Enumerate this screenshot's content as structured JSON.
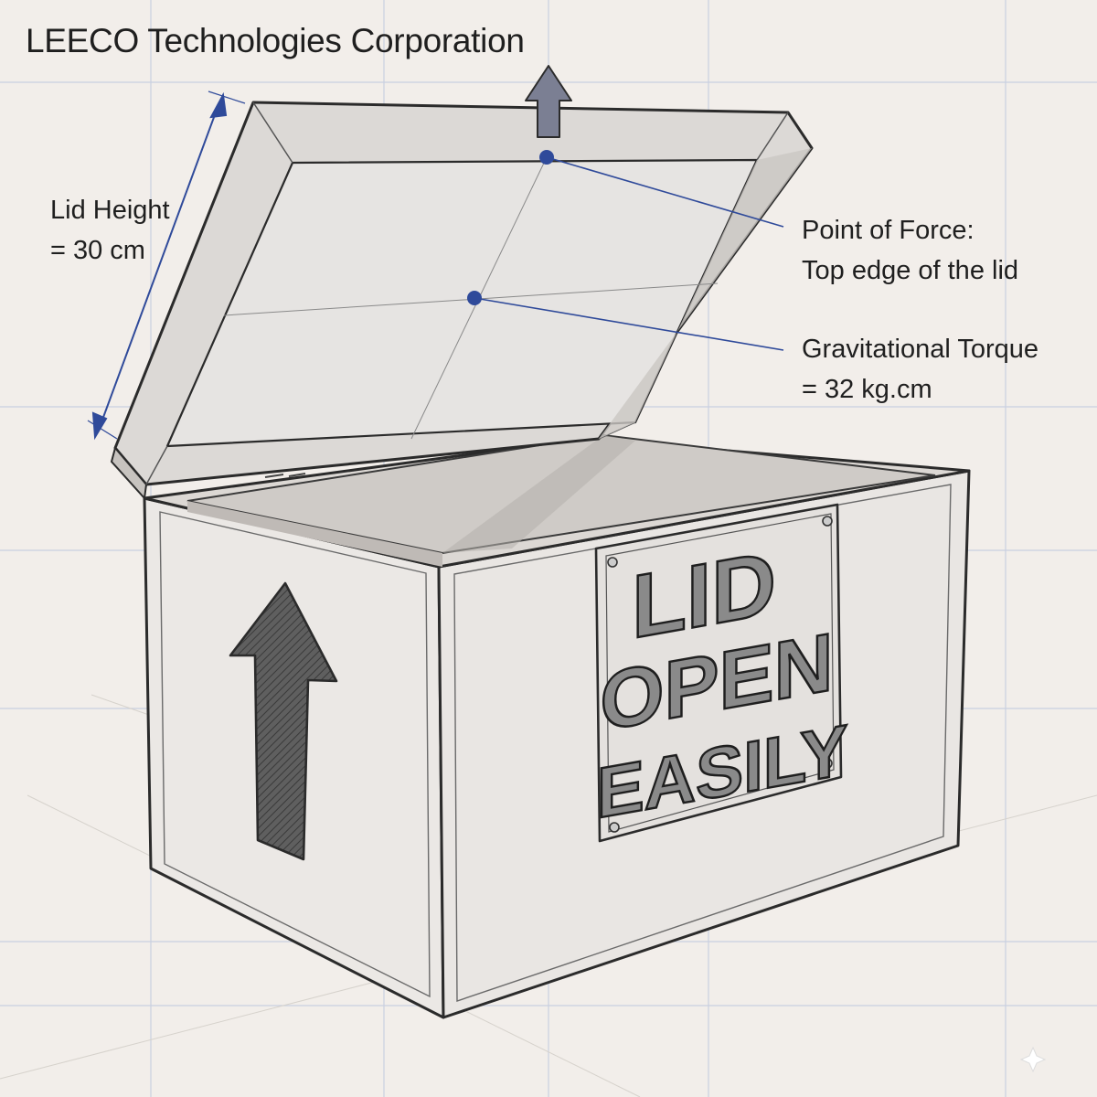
{
  "header": {
    "title": "LEECO Technologies Corporation"
  },
  "annotations": {
    "lid_height": {
      "line1": "Lid Height",
      "line2": "= 30 cm"
    },
    "point_of_force": {
      "line1": "Point of Force:",
      "line2": "Top edge of the lid"
    },
    "gravitational_torque": {
      "line1": "Gravitational Torque",
      "line2": "= 32 kg.cm"
    }
  },
  "sign": {
    "line1": "LID",
    "line2": "OPEN",
    "line3": "EASILY"
  },
  "colors": {
    "paper": "#f2eeea",
    "grid": "#c9d0e0",
    "outline": "#2b2b2b",
    "annotation_blue": "#2f4a9a",
    "arrow_fill": "#5f5f5f",
    "force_arrow_fill": "#7b7f93"
  },
  "icons": {
    "up_arrow_side": "up-arrow-icon",
    "force_arrow": "force-arrow-icon"
  }
}
